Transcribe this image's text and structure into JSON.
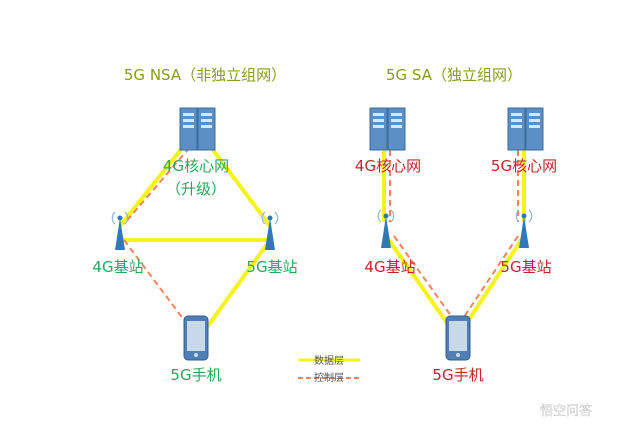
{
  "colors": {
    "data_line": "#f4f41a",
    "control_line": "#f0845a",
    "nsa_label": "#2aa65a",
    "sa_label": "#c0262c",
    "title": "#8a9a1e",
    "server": "#5b8fc6",
    "tower": "#2f79b8",
    "phone": "#4f7fb4"
  },
  "nsa": {
    "title": "5G NSA（非独立组网）",
    "core_line1": "4G核心网",
    "core_line2": "（升级）",
    "bs4g": "4G基站",
    "bs5g": "5G基站",
    "phone": "5G手机"
  },
  "sa": {
    "title": "5G SA（独立组网）",
    "core4g": "4G核心网",
    "core5g": "5G核心网",
    "bs4g": "4G基站",
    "bs5g": "5G基站",
    "phone": "5G手机"
  },
  "legend": {
    "data": "数据层",
    "control": "控制层"
  },
  "watermark": {
    "text": "悟空问答",
    "icon": "chat-bubble-icon"
  }
}
